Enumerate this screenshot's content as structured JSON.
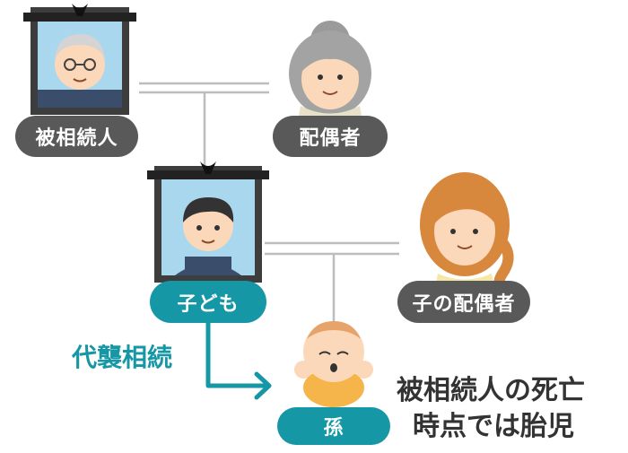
{
  "nodes": {
    "deceased": "被相続人",
    "spouse": "配偶者",
    "child": "子ども",
    "child_spouse": "子の配偶者",
    "grandchild": "孫"
  },
  "relation_label": "代襲相続",
  "note": {
    "line1": "被相続人の死亡",
    "line2": "時点では胎児"
  },
  "colors": {
    "teal": "#1697a6",
    "label_gray": "#595959",
    "line_gray": "#bdbdbd",
    "text_dark": "#333333"
  }
}
